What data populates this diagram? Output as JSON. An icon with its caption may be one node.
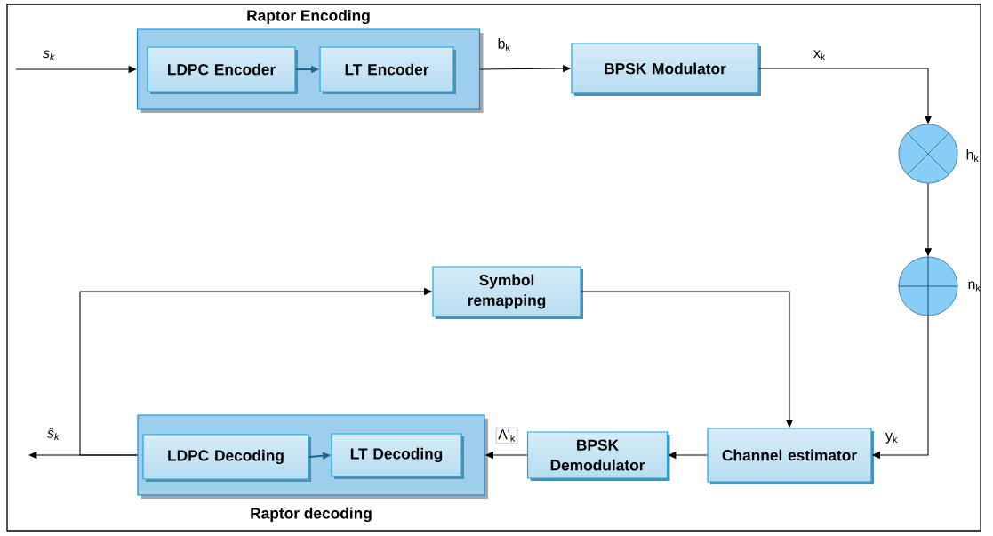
{
  "diagram": {
    "nodes": [
      {
        "text": [
          "Raptor Encoding"
        ]
      },
      {
        "text": [
          "LDPC Encoder"
        ],
        "in": 0
      },
      {
        "text": [
          "LT Encoder"
        ],
        "in": 0
      },
      {
        "text": [
          "BPSK Modulator"
        ]
      },
      {
        "text": [],
        "shape": "circle",
        "beside": [
          "h$_{k}$"
        ]
      },
      {
        "text": [],
        "shape": "circle",
        "beside": [
          "n$_{k}$"
        ]
      },
      {
        "text": [
          "Symbol remapping"
        ]
      },
      {
        "text": [
          "Channel estimator"
        ]
      },
      {
        "text": [
          "BPSK Demodulator"
        ]
      },
      {
        "text": [
          "Raptor decoding"
        ]
      },
      {
        "text": [
          "LDPC Decoding"
        ],
        "in": 9
      },
      {
        "text": [
          "LT Decoding"
        ],
        "in": 9
      }
    ],
    "edges": [
      {
        "from": null,
        "to": 0,
        "arrow": "to",
        "label": "s$_{k}$"
      },
      {
        "from": 1,
        "to": 2,
        "arrow": "to",
        "color": "#1f6590"
      },
      {
        "from": 0,
        "to": 3,
        "arrow": "to",
        "label": "b$_{k}$"
      },
      {
        "from": 3,
        "to": 4,
        "arrow": "to",
        "label": "x$_{k}$"
      },
      {
        "from": 4,
        "to": 5,
        "arrow": "to"
      },
      {
        "from": 5,
        "to": 7,
        "arrow": "to",
        "label": "y$_{k}$"
      },
      {
        "from": 6,
        "to": 7,
        "arrow": "to"
      },
      {
        "from": 7,
        "to": 8,
        "arrow": "to"
      },
      {
        "from": 8,
        "to": 9,
        "arrow": "to",
        "label": "Λ'$_{k}$"
      },
      {
        "from": 10,
        "to": 11,
        "arrow": "to",
        "color": "#1f6590"
      },
      {
        "from": 9,
        "to": null,
        "arrow": "to",
        "label": "ŝ$_{k}$"
      },
      {
        "from": 9,
        "to": 6,
        "arrow": "to"
      }
    ]
  }
}
